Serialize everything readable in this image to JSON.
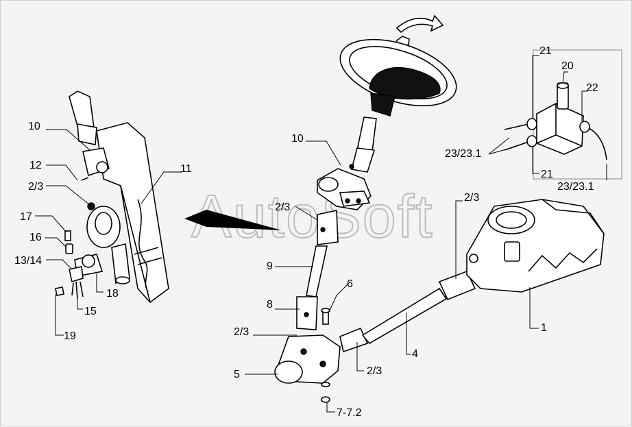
{
  "watermark": "AutoSoft",
  "callouts": [
    {
      "id": "c10a",
      "text": "10"
    },
    {
      "id": "c12",
      "text": "12"
    },
    {
      "id": "c23a",
      "text": "2/3"
    },
    {
      "id": "c17",
      "text": "17"
    },
    {
      "id": "c16",
      "text": "16"
    },
    {
      "id": "c1314",
      "text": "13/14"
    },
    {
      "id": "c15",
      "text": "15"
    },
    {
      "id": "c18",
      "text": "18"
    },
    {
      "id": "c19",
      "text": "19"
    },
    {
      "id": "c11",
      "text": "11"
    },
    {
      "id": "c10b",
      "text": "10"
    },
    {
      "id": "c23b",
      "text": "2/3"
    },
    {
      "id": "c9",
      "text": "9"
    },
    {
      "id": "c8",
      "text": "8"
    },
    {
      "id": "c23c",
      "text": "2/3"
    },
    {
      "id": "c6",
      "text": "6"
    },
    {
      "id": "c5",
      "text": "5"
    },
    {
      "id": "c7",
      "text": "7-7.2"
    },
    {
      "id": "c23d",
      "text": "2/3"
    },
    {
      "id": "c4",
      "text": "4"
    },
    {
      "id": "c23e",
      "text": "2/3"
    },
    {
      "id": "c1",
      "text": "1"
    },
    {
      "id": "c21a",
      "text": "21"
    },
    {
      "id": "c20",
      "text": "20"
    },
    {
      "id": "c22",
      "text": "22"
    },
    {
      "id": "c231a",
      "text": "23/23.1"
    },
    {
      "id": "c21b",
      "text": "21"
    },
    {
      "id": "c231b",
      "text": "23/23.1"
    }
  ]
}
